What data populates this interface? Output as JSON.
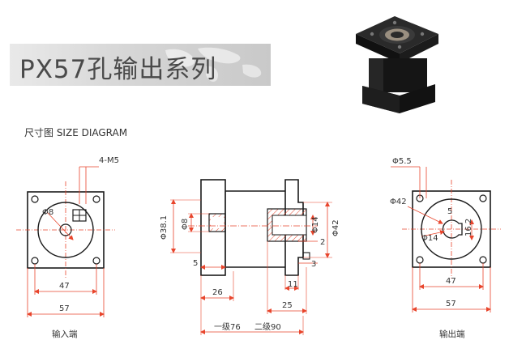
{
  "banner": {
    "title": "PX57孔输出系列"
  },
  "section": {
    "title": "尺寸图 SIZE DIAGRAM"
  },
  "input_view": {
    "caption": "输入端",
    "hole_spec": "4-M5",
    "bore": "Φ8",
    "dim_inner": "47",
    "dim_outer": "57"
  },
  "side_view": {
    "dia_38": "Φ38.1",
    "dia_8": "Φ8",
    "dia_14": "Φ14",
    "dia_42": "Φ42",
    "dim_5": "5",
    "dim_26": "26",
    "dim_2": "2",
    "dim_3": "3",
    "dim_11": "11",
    "dim_25": "25",
    "length_stage1": "一级76",
    "length_stage2": "二级90"
  },
  "output_view": {
    "caption": "输出端",
    "hole_dia": "Φ5.5",
    "pcd": "Φ42",
    "key_width": "5",
    "bore": "Φ14",
    "key_depth": "16.2",
    "dim_inner": "47",
    "dim_outer": "57"
  },
  "colors": {
    "dimension": "#e8452c",
    "outline": "#1a1a1a",
    "hatch": "#e8452c",
    "banner_text": "#4a4a4a"
  }
}
